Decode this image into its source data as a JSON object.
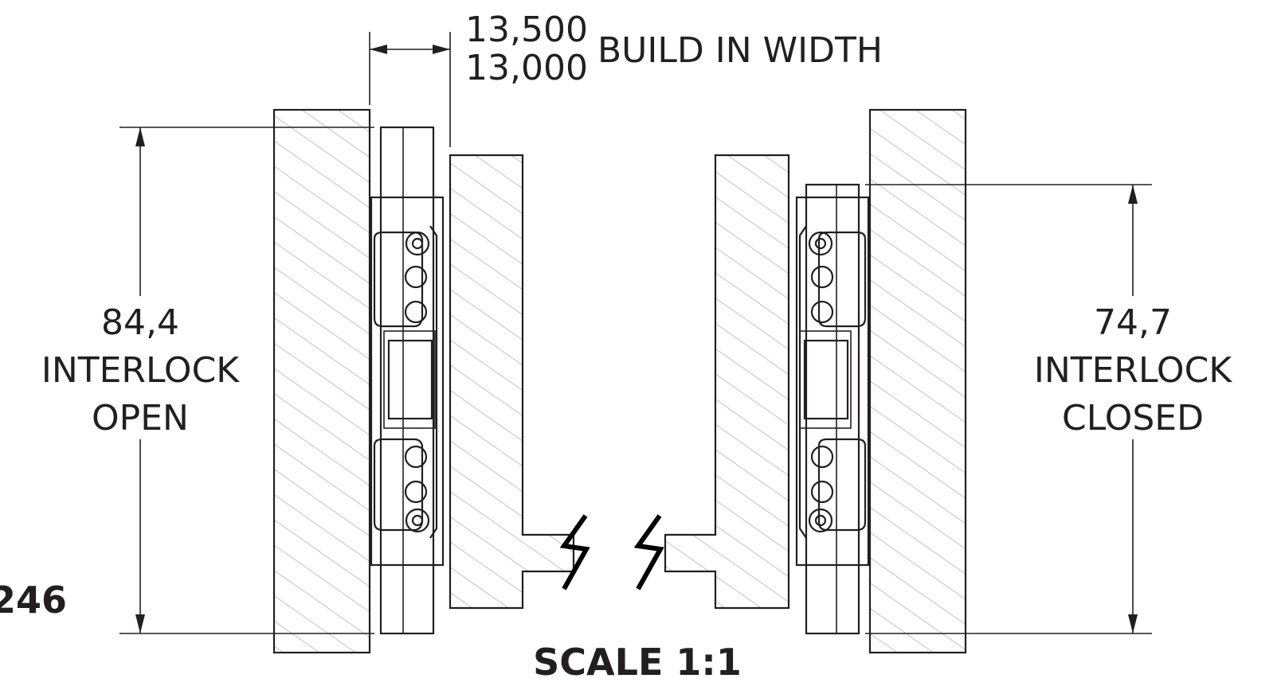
{
  "drawing": {
    "build_width": {
      "upper": "13,500",
      "lower": "13,000",
      "label": "BUILD IN WIDTH"
    },
    "left_dimension": {
      "value": "84,4",
      "line2": "INTERLOCK",
      "line3": "OPEN"
    },
    "right_dimension": {
      "value": "74,7",
      "line2": "INTERLOCK",
      "line3": "CLOSED"
    },
    "scale_label": "SCALE 1:1",
    "edge_fragment": "246"
  },
  "colors": {
    "line": "#231f20",
    "hatch": "#8a8a8a",
    "background": "#ffffff"
  }
}
